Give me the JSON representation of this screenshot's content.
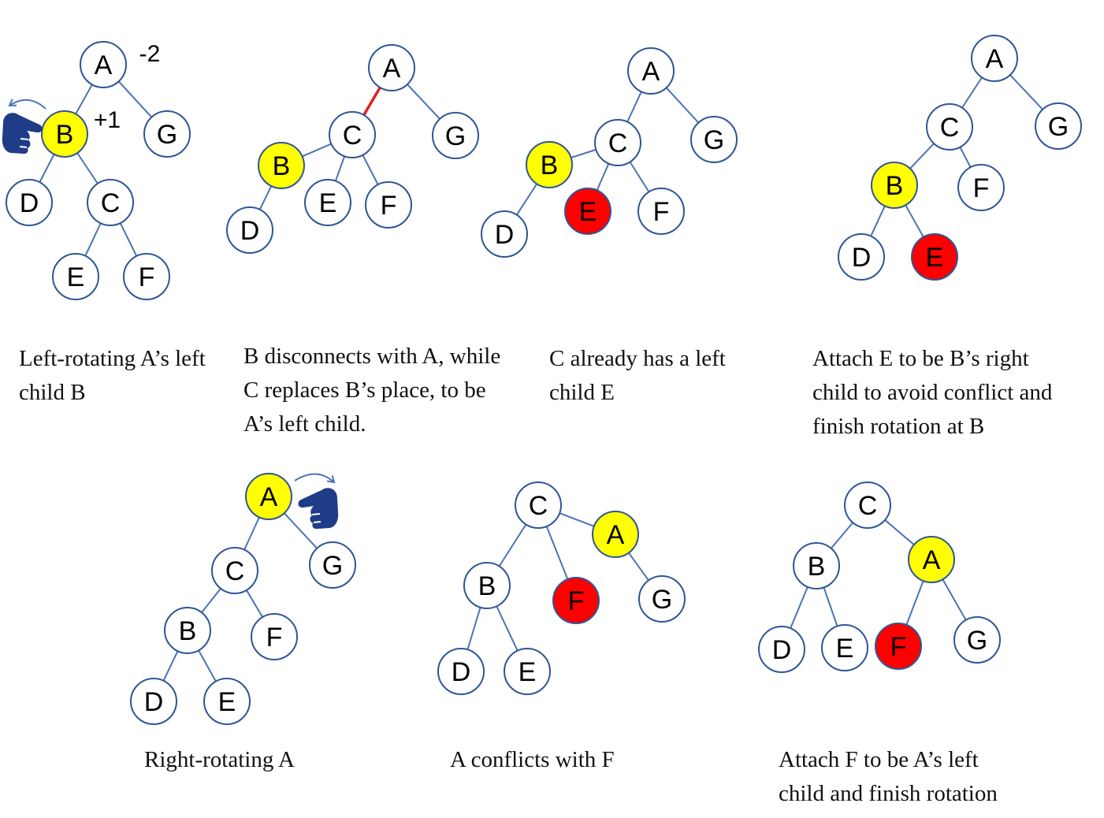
{
  "colors": {
    "edge": "#4a74b5",
    "node_stroke": "#2f5597",
    "node_fill": "#ffffff",
    "highlight_yellow": "#ffff00",
    "highlight_red": "#ff0000",
    "cut_edge": "#e02020",
    "hand": "#1f3c88",
    "arrow": "#4a74b5"
  },
  "panels": [
    {
      "id": "step-1",
      "nodes": [
        {
          "id": "A",
          "label": "A",
          "fill": "white"
        },
        {
          "id": "B",
          "label": "B",
          "fill": "yellow"
        },
        {
          "id": "G",
          "label": "G",
          "fill": "white"
        },
        {
          "id": "D",
          "label": "D",
          "fill": "white"
        },
        {
          "id": "C",
          "label": "C",
          "fill": "white"
        },
        {
          "id": "E",
          "label": "E",
          "fill": "white"
        },
        {
          "id": "F",
          "label": "F",
          "fill": "white"
        }
      ],
      "edges": [
        [
          "A",
          "B"
        ],
        [
          "A",
          "G"
        ],
        [
          "B",
          "D"
        ],
        [
          "B",
          "C"
        ],
        [
          "C",
          "E"
        ],
        [
          "C",
          "F"
        ]
      ],
      "badges": [
        "-2",
        "+1"
      ],
      "icons": [
        "hand-pointer-icon",
        "rotate-left-arrow-icon"
      ],
      "caption": [
        "Left-rotating A’s left",
        "child B"
      ]
    },
    {
      "id": "step-2",
      "nodes": [
        {
          "id": "A",
          "label": "A",
          "fill": "white"
        },
        {
          "id": "C",
          "label": "C",
          "fill": "white"
        },
        {
          "id": "G",
          "label": "G",
          "fill": "white"
        },
        {
          "id": "B",
          "label": "B",
          "fill": "yellow"
        },
        {
          "id": "E",
          "label": "E",
          "fill": "white"
        },
        {
          "id": "F",
          "label": "F",
          "fill": "white"
        },
        {
          "id": "D",
          "label": "D",
          "fill": "white"
        }
      ],
      "edges": [
        [
          "A",
          "C",
          "cut"
        ],
        [
          "A",
          "G"
        ],
        [
          "C",
          "B"
        ],
        [
          "C",
          "E"
        ],
        [
          "C",
          "F"
        ],
        [
          "B",
          "D"
        ]
      ],
      "caption": [
        "B disconnects with A, while",
        "C replaces B’s place, to be",
        "A’s left child."
      ]
    },
    {
      "id": "step-3",
      "nodes": [
        {
          "id": "A",
          "label": "A",
          "fill": "white"
        },
        {
          "id": "C",
          "label": "C",
          "fill": "white"
        },
        {
          "id": "G",
          "label": "G",
          "fill": "white"
        },
        {
          "id": "B",
          "label": "B",
          "fill": "yellow"
        },
        {
          "id": "E",
          "label": "E",
          "fill": "red"
        },
        {
          "id": "F",
          "label": "F",
          "fill": "white"
        },
        {
          "id": "D",
          "label": "D",
          "fill": "white"
        }
      ],
      "edges": [
        [
          "A",
          "C"
        ],
        [
          "A",
          "G"
        ],
        [
          "C",
          "B"
        ],
        [
          "C",
          "E"
        ],
        [
          "C",
          "F"
        ],
        [
          "B",
          "D"
        ]
      ],
      "caption": [
        "C already has a left",
        "child E"
      ]
    },
    {
      "id": "step-4",
      "nodes": [
        {
          "id": "A",
          "label": "A",
          "fill": "white"
        },
        {
          "id": "C",
          "label": "C",
          "fill": "white"
        },
        {
          "id": "G",
          "label": "G",
          "fill": "white"
        },
        {
          "id": "B",
          "label": "B",
          "fill": "yellow"
        },
        {
          "id": "F",
          "label": "F",
          "fill": "white"
        },
        {
          "id": "D",
          "label": "D",
          "fill": "white"
        },
        {
          "id": "E",
          "label": "E",
          "fill": "red"
        }
      ],
      "edges": [
        [
          "A",
          "C"
        ],
        [
          "A",
          "G"
        ],
        [
          "C",
          "B"
        ],
        [
          "C",
          "F"
        ],
        [
          "B",
          "D"
        ],
        [
          "B",
          "E"
        ]
      ],
      "caption": [
        "Attach E to be B’s right",
        "child to avoid conflict and",
        "finish rotation at B"
      ]
    },
    {
      "id": "step-5",
      "nodes": [
        {
          "id": "A",
          "label": "A",
          "fill": "yellow"
        },
        {
          "id": "C",
          "label": "C",
          "fill": "white"
        },
        {
          "id": "G",
          "label": "G",
          "fill": "white"
        },
        {
          "id": "B",
          "label": "B",
          "fill": "white"
        },
        {
          "id": "F",
          "label": "F",
          "fill": "white"
        },
        {
          "id": "D",
          "label": "D",
          "fill": "white"
        },
        {
          "id": "E",
          "label": "E",
          "fill": "white"
        }
      ],
      "edges": [
        [
          "A",
          "C"
        ],
        [
          "A",
          "G"
        ],
        [
          "C",
          "B"
        ],
        [
          "C",
          "F"
        ],
        [
          "B",
          "D"
        ],
        [
          "B",
          "E"
        ]
      ],
      "icons": [
        "hand-pointer-icon",
        "rotate-right-arrow-icon"
      ],
      "caption": [
        "Right-rotating A"
      ]
    },
    {
      "id": "step-6",
      "nodes": [
        {
          "id": "C",
          "label": "C",
          "fill": "white"
        },
        {
          "id": "A",
          "label": "A",
          "fill": "yellow"
        },
        {
          "id": "B",
          "label": "B",
          "fill": "white"
        },
        {
          "id": "F",
          "label": "F",
          "fill": "red"
        },
        {
          "id": "G",
          "label": "G",
          "fill": "white"
        },
        {
          "id": "D",
          "label": "D",
          "fill": "white"
        },
        {
          "id": "E",
          "label": "E",
          "fill": "white"
        }
      ],
      "edges": [
        [
          "C",
          "A"
        ],
        [
          "C",
          "B"
        ],
        [
          "C",
          "F"
        ],
        [
          "A",
          "G"
        ],
        [
          "B",
          "D"
        ],
        [
          "B",
          "E"
        ]
      ],
      "caption": [
        "A conflicts with F"
      ]
    },
    {
      "id": "step-7",
      "nodes": [
        {
          "id": "C",
          "label": "C",
          "fill": "white"
        },
        {
          "id": "B",
          "label": "B",
          "fill": "white"
        },
        {
          "id": "A",
          "label": "A",
          "fill": "yellow"
        },
        {
          "id": "D",
          "label": "D",
          "fill": "white"
        },
        {
          "id": "E",
          "label": "E",
          "fill": "white"
        },
        {
          "id": "F",
          "label": "F",
          "fill": "red"
        },
        {
          "id": "G",
          "label": "G",
          "fill": "white"
        }
      ],
      "edges": [
        [
          "C",
          "B"
        ],
        [
          "C",
          "A"
        ],
        [
          "B",
          "D"
        ],
        [
          "B",
          "E"
        ],
        [
          "A",
          "F"
        ],
        [
          "A",
          "G"
        ]
      ],
      "caption": [
        "Attach F to be A’s left",
        "child and finish rotation"
      ]
    }
  ]
}
